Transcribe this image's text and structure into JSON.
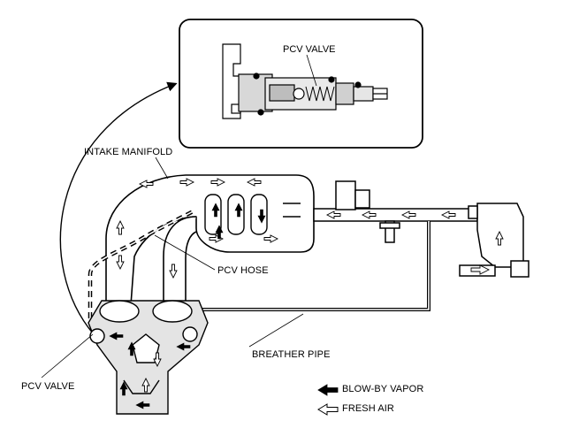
{
  "labels": {
    "pcv_valve_detail": "PCV VALVE",
    "intake_manifold": "INTAKE MANIFOLD",
    "pcv_hose": "PCV HOSE",
    "breather_pipe": "BREATHER PIPE",
    "pcv_valve": "PCV VALVE"
  },
  "legend": {
    "blow_by_vapor": "BLOW-BY VAPOR",
    "fresh_air": "FRESH AIR"
  },
  "colors": {
    "line": "#000000",
    "background": "#ffffff",
    "engine_fill": "#e4e4e4",
    "detail_fill": "#cfcfcf"
  }
}
